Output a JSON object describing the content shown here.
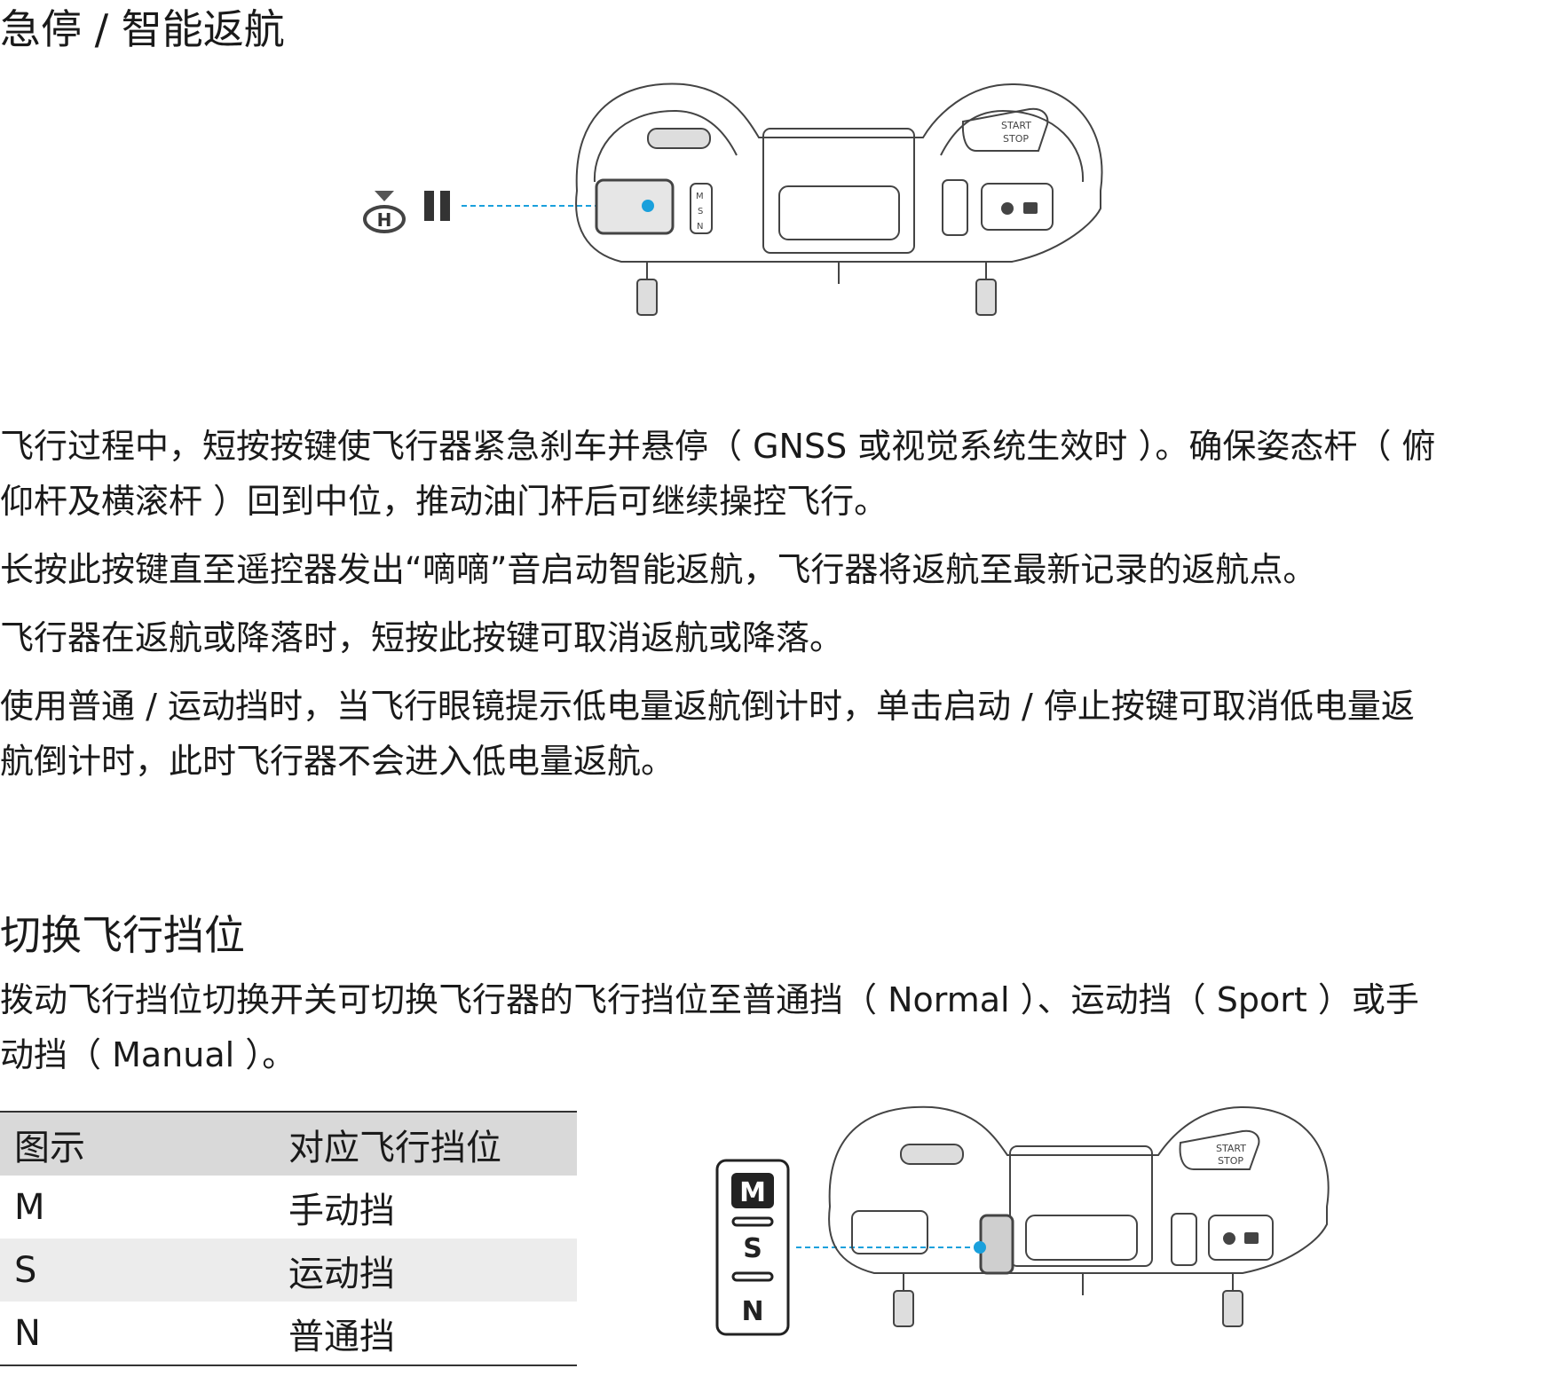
{
  "section1": {
    "title": "急停 / 智能返航",
    "paragraphs": [
      "飞行过程中，短按按键使飞行器紧急刹车并悬停（ GNSS 或视觉系统生效时 ）。确保姿态杆（ 俯",
      "仰杆及横滚杆 ）回到中位，推动油门杆后可继续操控飞行。",
      "长按此按键直至遥控器发出“嘀嘀”音启动智能返航，飞行器将返航至最新记录的返航点。",
      "飞行器在返航或降落时，短按此按键可取消返航或降落。",
      "使用普通 / 运动挡时，当飞行眼镜提示低电量返航倒计时，单击启动 / 停止按键可取消低电量返",
      "航倒计时，此时飞行器不会进入低电量返航。"
    ],
    "figure": {
      "button_label_start": "START",
      "button_label_stop": "STOP",
      "switch_letters": [
        "M",
        "S",
        "N"
      ],
      "callout_icons": [
        "rth-icon",
        "pause-icon"
      ]
    }
  },
  "section2": {
    "title": "切换飞行挡位",
    "paragraphs": [
      "拨动飞行挡位切换开关可切换飞行器的飞行挡位至普通挡（ Normal ）、运动挡（ Sport ）或手",
      "动挡（ Manual ）。"
    ],
    "table": {
      "headers": [
        "图示",
        "对应飞行挡位"
      ],
      "rows": [
        [
          "M",
          "手动挡"
        ],
        [
          "S",
          "运动挡"
        ],
        [
          "N",
          "普通挡"
        ]
      ]
    },
    "figure": {
      "button_label_start": "START",
      "button_label_stop": "STOP",
      "switch_letters": [
        "M",
        "S",
        "N"
      ]
    }
  },
  "colors": {
    "accent": "#1aa0dc",
    "text": "#1a1a1a",
    "table_header": "#d9d9d9",
    "table_shade": "#ececec"
  }
}
